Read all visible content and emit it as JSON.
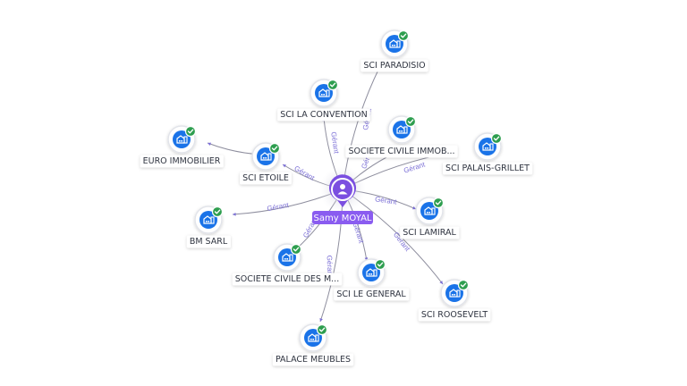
{
  "person": {
    "name": "Samy MOYAL",
    "icon": "user-icon",
    "color": "#7b4fe0"
  },
  "company_icon": "building-icon",
  "status_icon": "check-icon",
  "colors": {
    "company": "#1a73e8",
    "check": "#2e9e4f",
    "edge": "#8e8e9e",
    "edge_label": "#7b6fd6"
  },
  "companies": [
    {
      "id": "sci-paradisio",
      "name": "SCI PARADISIO",
      "edge_label": "Gérant"
    },
    {
      "id": "sci-la-convention",
      "name": "SCI LA CONVENTION",
      "edge_label": "Gérant"
    },
    {
      "id": "societe-civile-immob",
      "name": "SOCIETE CIVILE IMMOB...",
      "edge_label": "Gérant"
    },
    {
      "id": "sci-palais-grillet",
      "name": "SCI PALAIS-GRILLET",
      "edge_label": "Gérant"
    },
    {
      "id": "euro-immobilier",
      "name": "EURO IMMOBILIER",
      "edge_label": ""
    },
    {
      "id": "sci-etoile",
      "name": "SCI ETOILE",
      "edge_label": "Gérant"
    },
    {
      "id": "bm-sarl",
      "name": "BM SARL",
      "edge_label": "Gérant"
    },
    {
      "id": "sci-lamiral",
      "name": "SCI LAMIRAL",
      "edge_label": "Gérant"
    },
    {
      "id": "societe-civile-des-m",
      "name": "SOCIETE CIVILE DES M...",
      "edge_label": "Gérant"
    },
    {
      "id": "sci-le-general",
      "name": "SCI LE GENERAL",
      "edge_label": "Gérant"
    },
    {
      "id": "sci-roosevelt",
      "name": "SCI ROOSEVELT",
      "edge_label": "Gérant"
    },
    {
      "id": "palace-meubles",
      "name": "PALACE MEUBLES",
      "edge_label": "Gérant"
    }
  ]
}
